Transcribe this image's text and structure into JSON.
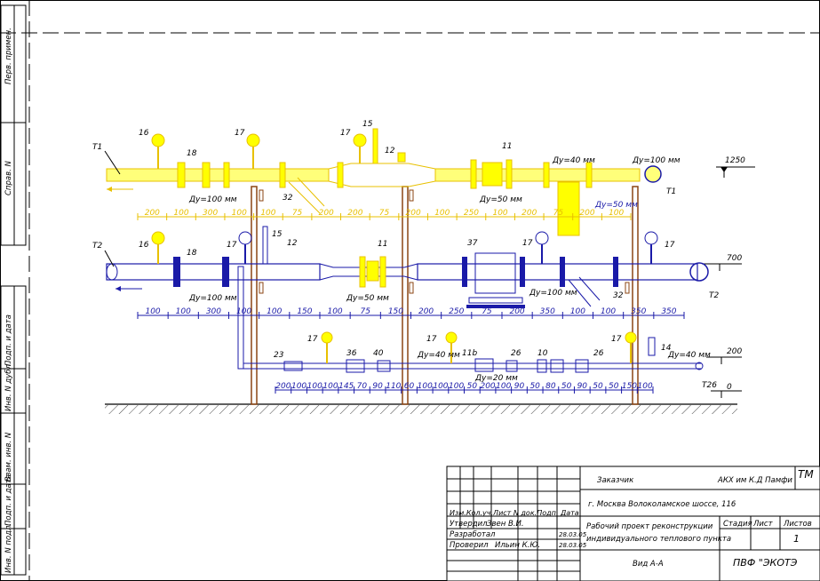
{
  "side_stamps": [
    "Перв. примен.",
    "Справ. N",
    "Подп. и дата",
    "Инв. N дубл.",
    "Взам. инв. N",
    "Подп. и дата",
    "Инв. N подл."
  ],
  "lines": {
    "t1": "T1",
    "t1_end": "T1",
    "t2": "T2",
    "t2_end": "T2",
    "t26": "T26"
  },
  "levels": [
    "1250",
    "700",
    "200",
    "0"
  ],
  "pipe_sizes": {
    "t1_du40": "Ду=40  мм",
    "t1_du100": "Ду=100  мм",
    "t1_du50": "Ду=50  мм",
    "t1_du100_left": "Ду=100  мм",
    "t1_du50_mid": "Ду=50  мм",
    "t2_du100_left": "Ду=100  мм",
    "t2_du50_mid": "Ду=50  мм",
    "t2_du100_right": "Ду=100  мм",
    "t26_du40": "Ду=40  мм",
    "t26_du20": "Ду=20  мм",
    "t26_du40_right": "Ду=40  мм"
  },
  "callouts_t1": [
    "16",
    "18",
    "17",
    "32",
    "17",
    "15",
    "12",
    "11"
  ],
  "callouts_t2": [
    "16",
    "18",
    "17",
    "15",
    "12",
    "11",
    "37",
    "17",
    "17",
    "32"
  ],
  "callouts_t26": [
    "23",
    "17",
    "36",
    "40",
    "17",
    "11b",
    "26",
    "10",
    "26",
    "17",
    "14"
  ],
  "dims_t1": [
    "200",
    "100",
    "300",
    "100",
    "100",
    "75",
    "200",
    "200",
    "75",
    "200",
    "100",
    "250",
    "100",
    "200",
    "75",
    "200",
    "100"
  ],
  "dims_t2": [
    "100",
    "100",
    "300",
    "100",
    "100",
    "150",
    "100",
    "75",
    "150",
    "200",
    "250",
    "75",
    "200",
    "350",
    "100",
    "100",
    "350",
    "350"
  ],
  "dims_t26": [
    "200",
    "100",
    "100",
    "100",
    "145",
    "70",
    "90",
    "110",
    "60",
    "100",
    "100",
    "100",
    "50",
    "200",
    "100",
    "90",
    "50",
    "80",
    "50",
    "90",
    "50",
    "50",
    "150",
    "100"
  ],
  "title_block": {
    "customer_label": "Заказчик",
    "customer": "АКХ  им  К.Д  Памфи",
    "sheet_code": "ТМ",
    "address": "г. Москва  Волоколамское шоссе, 116",
    "project": "Рабочий проект реконструкции",
    "project_line2": "индивидуального теплового пункта",
    "headers": "Изм.Кол.уч.Лист  N док.Подп. Дата",
    "approved_label": "Утвердил",
    "approved_name": "Звен В.И.",
    "developed_label": "Разработал",
    "developed_date": "28.03.05",
    "checked_label": "Проверил",
    "checked_name": "Ильин  К.Ю.",
    "checked_date": "28.03.05",
    "stage_label": "Стадия",
    "sheet_label": "Лист",
    "sheets_label": "Листов",
    "sheet_num": "1",
    "view": "Вид  А-А",
    "company": "ПВФ  \"ЭКОТЭ"
  },
  "colors": {
    "t1_pipe": "#ffff00",
    "t1_outline": "#e8c000",
    "t2_pipe": "#1a1aa8",
    "support": "#8b4513",
    "ink": "#000000"
  }
}
